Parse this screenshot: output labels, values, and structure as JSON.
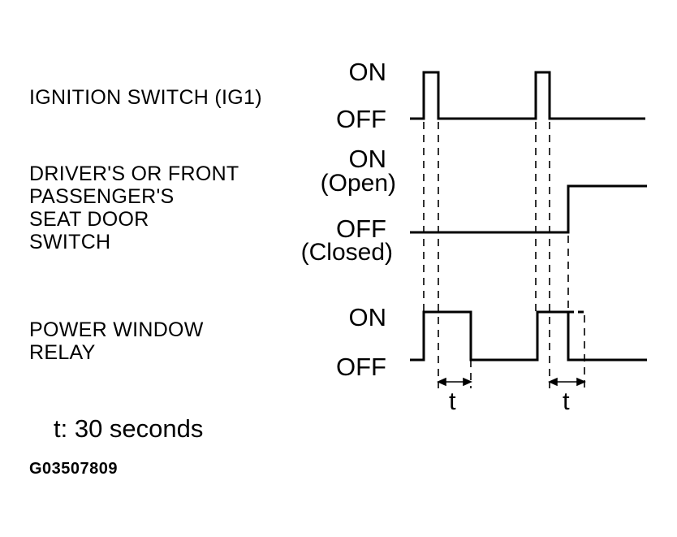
{
  "signals": [
    {
      "name": "IGNITION SWITCH (IG1)",
      "on_label": "ON",
      "off_label": "OFF",
      "waveform": [
        "OFF",
        "ON",
        "OFF",
        "ON",
        "OFF"
      ]
    },
    {
      "name": [
        "DRIVER'S OR FRONT",
        "PASSENGER'S",
        "SEAT DOOR",
        "SWITCH"
      ],
      "on_label": "ON",
      "on_sub": "(Open)",
      "off_label": "OFF",
      "off_sub": "(Closed)",
      "waveform": [
        "OFF",
        "ON"
      ]
    },
    {
      "name": [
        "POWER WINDOW",
        "RELAY"
      ],
      "on_label": "ON",
      "off_label": "OFF",
      "waveform": [
        "OFF",
        "ON",
        "OFF",
        "ON",
        "OFF"
      ]
    }
  ],
  "delay_labels": [
    "t",
    "t"
  ],
  "note": "t: 30 seconds",
  "figure_code": "G03507809",
  "colors": {
    "line": "#000000",
    "background": "#ffffff"
  }
}
